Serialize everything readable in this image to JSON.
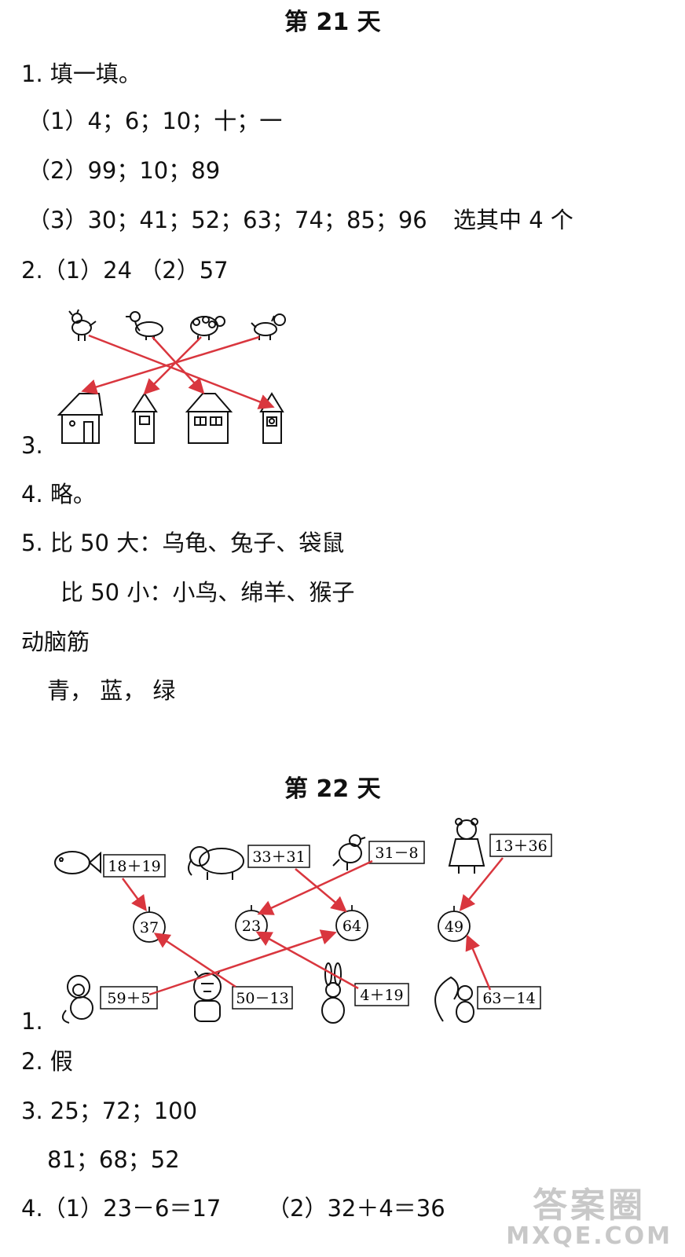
{
  "day21": {
    "title": "第 21 天",
    "q1": {
      "head": "1. 填一填。",
      "p1": "（1）4；6；10；十；一",
      "p2": "（2）99；10；89",
      "p3": "（3）30；41；52；63；74；85；96",
      "p3_note": "选其中 4 个"
    },
    "q2": "2.（1）24 （2）57",
    "q3": {
      "num": "3.",
      "animals": [
        "chicken-icon",
        "duck-icon",
        "sheep-icon",
        "dog-icon"
      ]
    },
    "q4": "4. 略。",
    "q5": {
      "line1": "5. 比 50 大：乌龟、兔子、袋鼠",
      "line2": "比 50 小：小鸟、绵羊、猴子"
    },
    "brain": {
      "head": "动脑筋",
      "answer": "青， 蓝， 绿"
    }
  },
  "day22": {
    "title": "第 22 天",
    "q1": {
      "num": "1.",
      "top": [
        {
          "animal": "fish-icon",
          "expr": "18＋19"
        },
        {
          "animal": "elephant-icon",
          "expr": "33＋31"
        },
        {
          "animal": "bird-icon",
          "expr": "31－8"
        },
        {
          "animal": "bear-icon",
          "expr": "13＋36"
        }
      ],
      "apples": [
        "37",
        "23",
        "64",
        "49"
      ],
      "bottom": [
        {
          "animal": "monkey-icon",
          "expr": "59＋5"
        },
        {
          "animal": "tiger-icon",
          "expr": "50－13"
        },
        {
          "animal": "rabbit-icon",
          "expr": "4＋19"
        },
        {
          "animal": "squirrel-icon",
          "expr": "63－14"
        }
      ]
    },
    "q2": "2. 假",
    "q3": {
      "line1": "3. 25；72；100",
      "line2": "81；68；52"
    },
    "q4": {
      "p1": "4.（1）23－6＝17",
      "p2": "（2）32＋4＝36"
    }
  },
  "watermark": {
    "line1": "答案圈",
    "line2": "MXQE.COM"
  },
  "colors": {
    "arrow": "#d9363e",
    "ink": "#111111",
    "watermark": "#c8c8c8"
  }
}
